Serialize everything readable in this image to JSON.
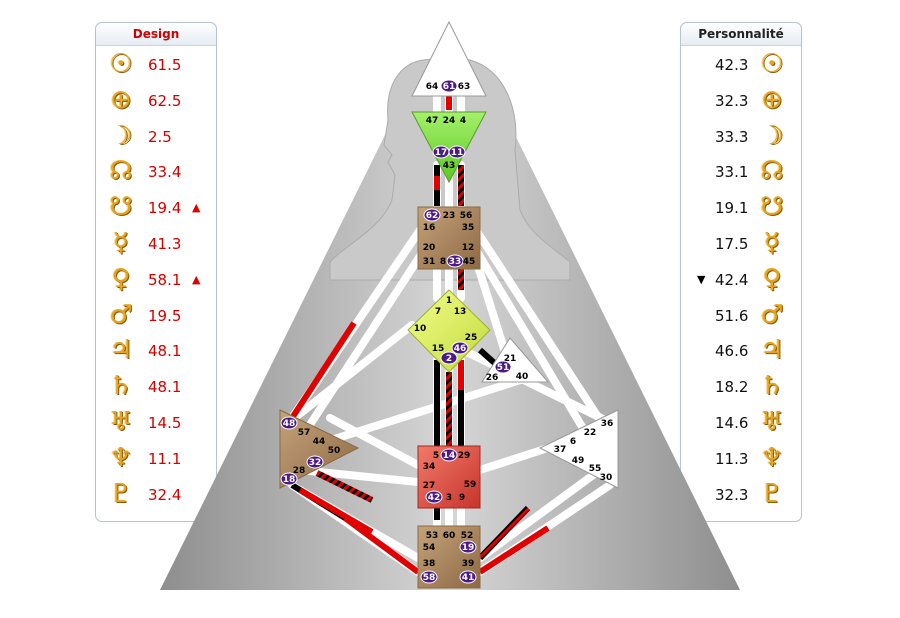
{
  "design": {
    "title": "Design",
    "planets": [
      {
        "icon": "sun-icon",
        "glyph": "☉",
        "value": "61.5",
        "marker": ""
      },
      {
        "icon": "earth-icon",
        "glyph": "⊕",
        "value": "62.5",
        "marker": ""
      },
      {
        "icon": "moon-icon",
        "glyph": "☽",
        "value": "2.5",
        "marker": ""
      },
      {
        "icon": "north-node-icon",
        "glyph": "☊",
        "value": "33.4",
        "marker": ""
      },
      {
        "icon": "south-node-icon",
        "glyph": "☋",
        "value": "19.4",
        "marker": "▲"
      },
      {
        "icon": "mercury-icon",
        "glyph": "☿",
        "value": "41.3",
        "marker": ""
      },
      {
        "icon": "venus-icon",
        "glyph": "♀",
        "value": "58.1",
        "marker": "▲"
      },
      {
        "icon": "mars-icon",
        "glyph": "♂",
        "value": "19.5",
        "marker": ""
      },
      {
        "icon": "jupiter-icon",
        "glyph": "♃",
        "value": "48.1",
        "marker": ""
      },
      {
        "icon": "saturn-icon",
        "glyph": "♄",
        "value": "48.1",
        "marker": ""
      },
      {
        "icon": "uranus-icon",
        "glyph": "♅",
        "value": "14.5",
        "marker": ""
      },
      {
        "icon": "neptune-icon",
        "glyph": "♆",
        "value": "11.1",
        "marker": ""
      },
      {
        "icon": "pluto-icon",
        "glyph": "♇",
        "value": "32.4",
        "marker": ""
      }
    ]
  },
  "personality": {
    "title": "Personnalité",
    "planets": [
      {
        "icon": "sun-icon",
        "glyph": "☉",
        "value": "42.3",
        "marker": ""
      },
      {
        "icon": "earth-icon",
        "glyph": "⊕",
        "value": "32.3",
        "marker": ""
      },
      {
        "icon": "moon-icon",
        "glyph": "☽",
        "value": "33.3",
        "marker": ""
      },
      {
        "icon": "north-node-icon",
        "glyph": "☊",
        "value": "33.1",
        "marker": ""
      },
      {
        "icon": "south-node-icon",
        "glyph": "☋",
        "value": "19.1",
        "marker": ""
      },
      {
        "icon": "mercury-icon",
        "glyph": "☿",
        "value": "17.5",
        "marker": ""
      },
      {
        "icon": "venus-icon",
        "glyph": "♀",
        "value": "42.4",
        "marker": "▼"
      },
      {
        "icon": "mars-icon",
        "glyph": "♂",
        "value": "51.6",
        "marker": ""
      },
      {
        "icon": "jupiter-icon",
        "glyph": "♃",
        "value": "46.6",
        "marker": ""
      },
      {
        "icon": "saturn-icon",
        "glyph": "♄",
        "value": "18.2",
        "marker": ""
      },
      {
        "icon": "uranus-icon",
        "glyph": "♅",
        "value": "14.6",
        "marker": ""
      },
      {
        "icon": "neptune-icon",
        "glyph": "♆",
        "value": "11.3",
        "marker": ""
      },
      {
        "icon": "pluto-icon",
        "glyph": "♇",
        "value": "32.3",
        "marker": ""
      }
    ]
  },
  "colors": {
    "design": "#e00000",
    "personality": "#000000",
    "activated_gate": "#4b1a86",
    "head_center": "#ffffff",
    "ajna_center": "#86e04a",
    "throat_center": "#b8936a",
    "g_center": "#e4f56a",
    "sacral_center": "#e0534a",
    "body_silhouette": "#a0a0a0"
  },
  "bodygraph": {
    "centers": {
      "head": {
        "gates": [
          "64",
          "61",
          "63"
        ]
      },
      "ajna": {
        "gates": [
          "47",
          "24",
          "4",
          "17",
          "11",
          "43"
        ]
      },
      "throat": {
        "gates": [
          "62",
          "23",
          "56",
          "16",
          "35",
          "20",
          "12",
          "31",
          "8",
          "33",
          "45"
        ]
      },
      "g": {
        "gates": [
          "1",
          "7",
          "13",
          "10",
          "25",
          "15",
          "46",
          "2"
        ]
      },
      "ego": {
        "gates": [
          "21",
          "51",
          "26",
          "40"
        ]
      },
      "spleen": {
        "gates": [
          "48",
          "57",
          "44",
          "50",
          "32",
          "28",
          "18"
        ]
      },
      "sacral": {
        "gates": [
          "5",
          "14",
          "29",
          "34",
          "27",
          "59",
          "42",
          "3",
          "9"
        ]
      },
      "solar_plexus": {
        "gates": [
          "36",
          "22",
          "6",
          "37",
          "49",
          "55",
          "30"
        ]
      },
      "root": {
        "gates": [
          "53",
          "60",
          "52",
          "54",
          "19",
          "38",
          "39",
          "58",
          "41"
        ]
      }
    },
    "activated_gates": [
      "61",
      "17",
      "11",
      "62",
      "33",
      "46",
      "2",
      "51",
      "48",
      "32",
      "18",
      "14",
      "42",
      "19",
      "58",
      "41"
    ]
  }
}
